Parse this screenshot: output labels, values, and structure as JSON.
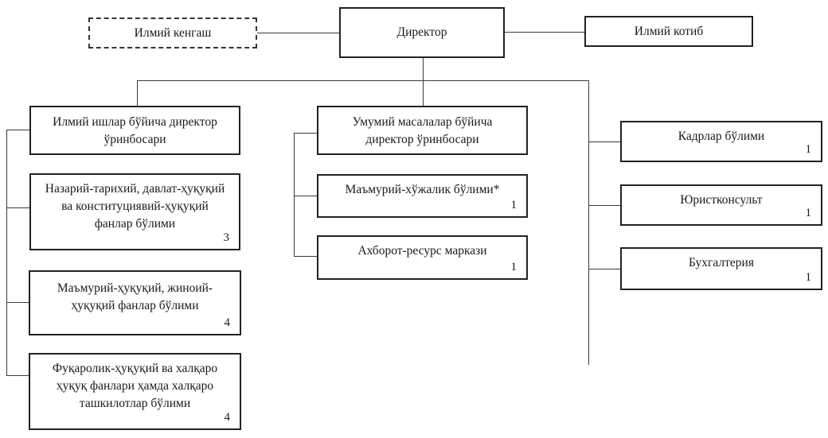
{
  "diagram": {
    "type": "org-chart",
    "top": {
      "council": {
        "label": "Илмий кенгаш",
        "style": "dashed"
      },
      "director": {
        "label": "Директор"
      },
      "secretary": {
        "label": "Илмий котиб"
      }
    },
    "left_branch": {
      "head": {
        "label": "Илмий ишлар бўйича директор\nўринбосари"
      },
      "units": [
        {
          "label": "Назарий-тарихий, давлат-ҳуқуқий\nва конституциявий-ҳуқуқий\nфанлар бўлими",
          "count": "3"
        },
        {
          "label": "Маъмурий-ҳуқуқий, жиноий-\nҳуқуқий фанлар бўлими",
          "count": "4"
        },
        {
          "label": "Фуқаролик-ҳуқуқий ва халқаро\nҳуқуқ фанлари ҳамда халқаро\nташкилотлар бўлими",
          "count": "4"
        }
      ]
    },
    "middle_branch": {
      "head": {
        "label": "Умумий масалалар бўйича\nдиректор ўринбосари"
      },
      "units": [
        {
          "label": "Маъмурий-хўжалик бўлими*",
          "count": "1"
        },
        {
          "label": "Ахборот-ресурс маркази",
          "count": "1"
        }
      ]
    },
    "right_branch": {
      "units": [
        {
          "label": "Кадрлар бўлими",
          "count": "1"
        },
        {
          "label": "Юристконсульт",
          "count": "1"
        },
        {
          "label": "Бухгалтерия",
          "count": "1"
        }
      ]
    }
  }
}
